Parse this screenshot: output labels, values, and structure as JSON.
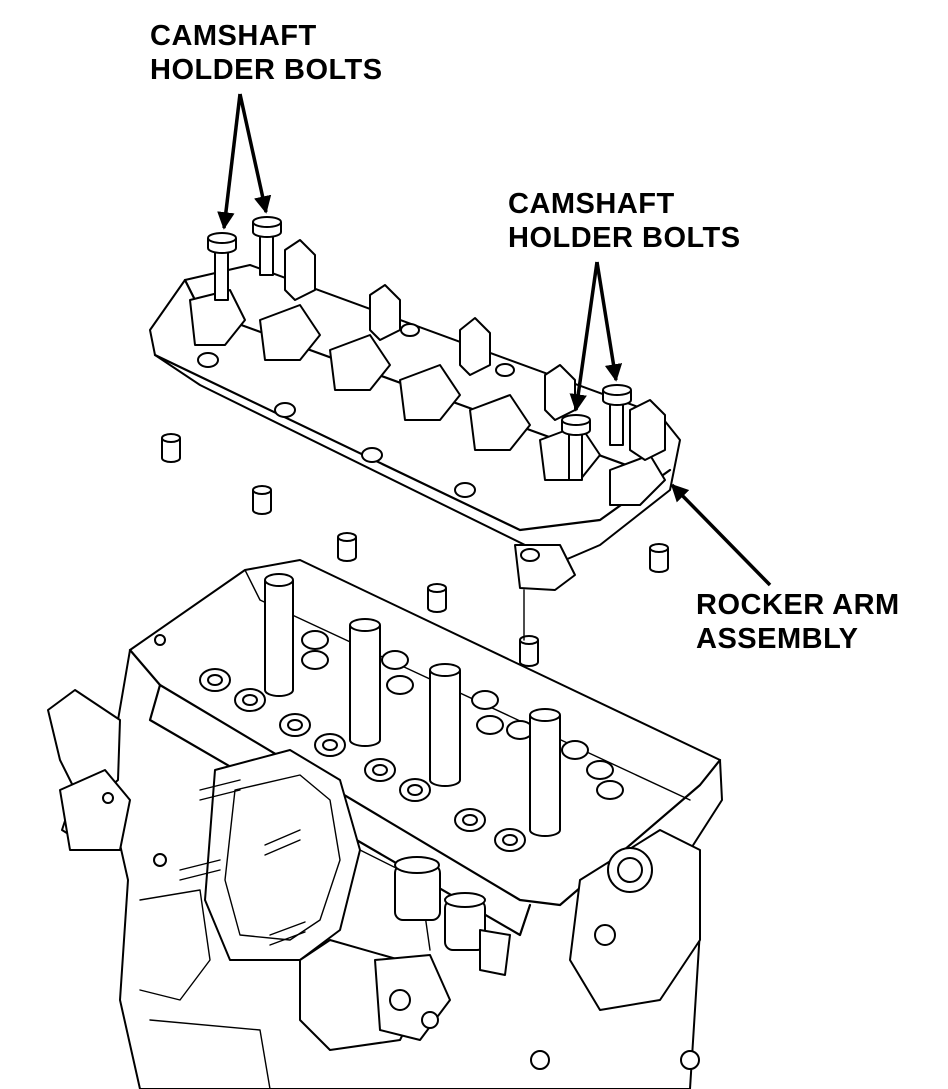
{
  "callouts": [
    {
      "id": "bolts_left",
      "lines": [
        "CAMSHAFT",
        "HOLDER BOLTS"
      ]
    },
    {
      "id": "bolts_right",
      "lines": [
        "CAMSHAFT",
        "HOLDER BOLTS"
      ]
    },
    {
      "id": "rocker",
      "lines": [
        "ROCKER ARM",
        "ASSEMBLY"
      ]
    }
  ]
}
